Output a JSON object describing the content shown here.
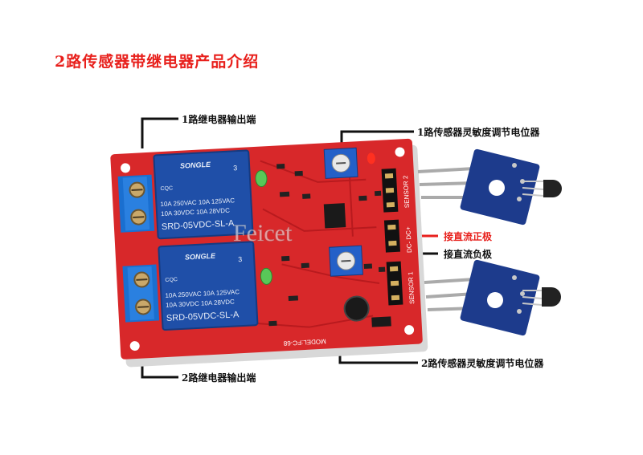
{
  "title": "2路传感器带继电器产品介绍",
  "labels": {
    "relay1_output": "1路继电器输出端",
    "relay2_output": "2路继电器输出端",
    "pot1": "1路传感器灵敏度调节电位器",
    "pot2": "2路传感器灵敏度调节电位器",
    "dc_positive": "接直流正极",
    "dc_negative": "接直流负极"
  },
  "relay": {
    "brand": "SONGLE",
    "line1": "10A 250VAC  10A 125VAC",
    "line2": "10A  30VDC  10A  28VDC",
    "model": "SRD-05VDC-SL-A",
    "cqc": "CQC",
    "num": "3"
  },
  "board": {
    "sensor2_silk": "SENSOR 2",
    "sensor1_silk": "SENSOR 1",
    "dc_silk": "DC- DC+",
    "model_silk": "MODEL:FC-68"
  },
  "watermark": "Feicet",
  "colors": {
    "pcb": "#d8282a",
    "relay": "#1f4fa8",
    "terminal": "#1a6fd0",
    "sensor": "#1d3b8c",
    "title": "#e8201c"
  }
}
